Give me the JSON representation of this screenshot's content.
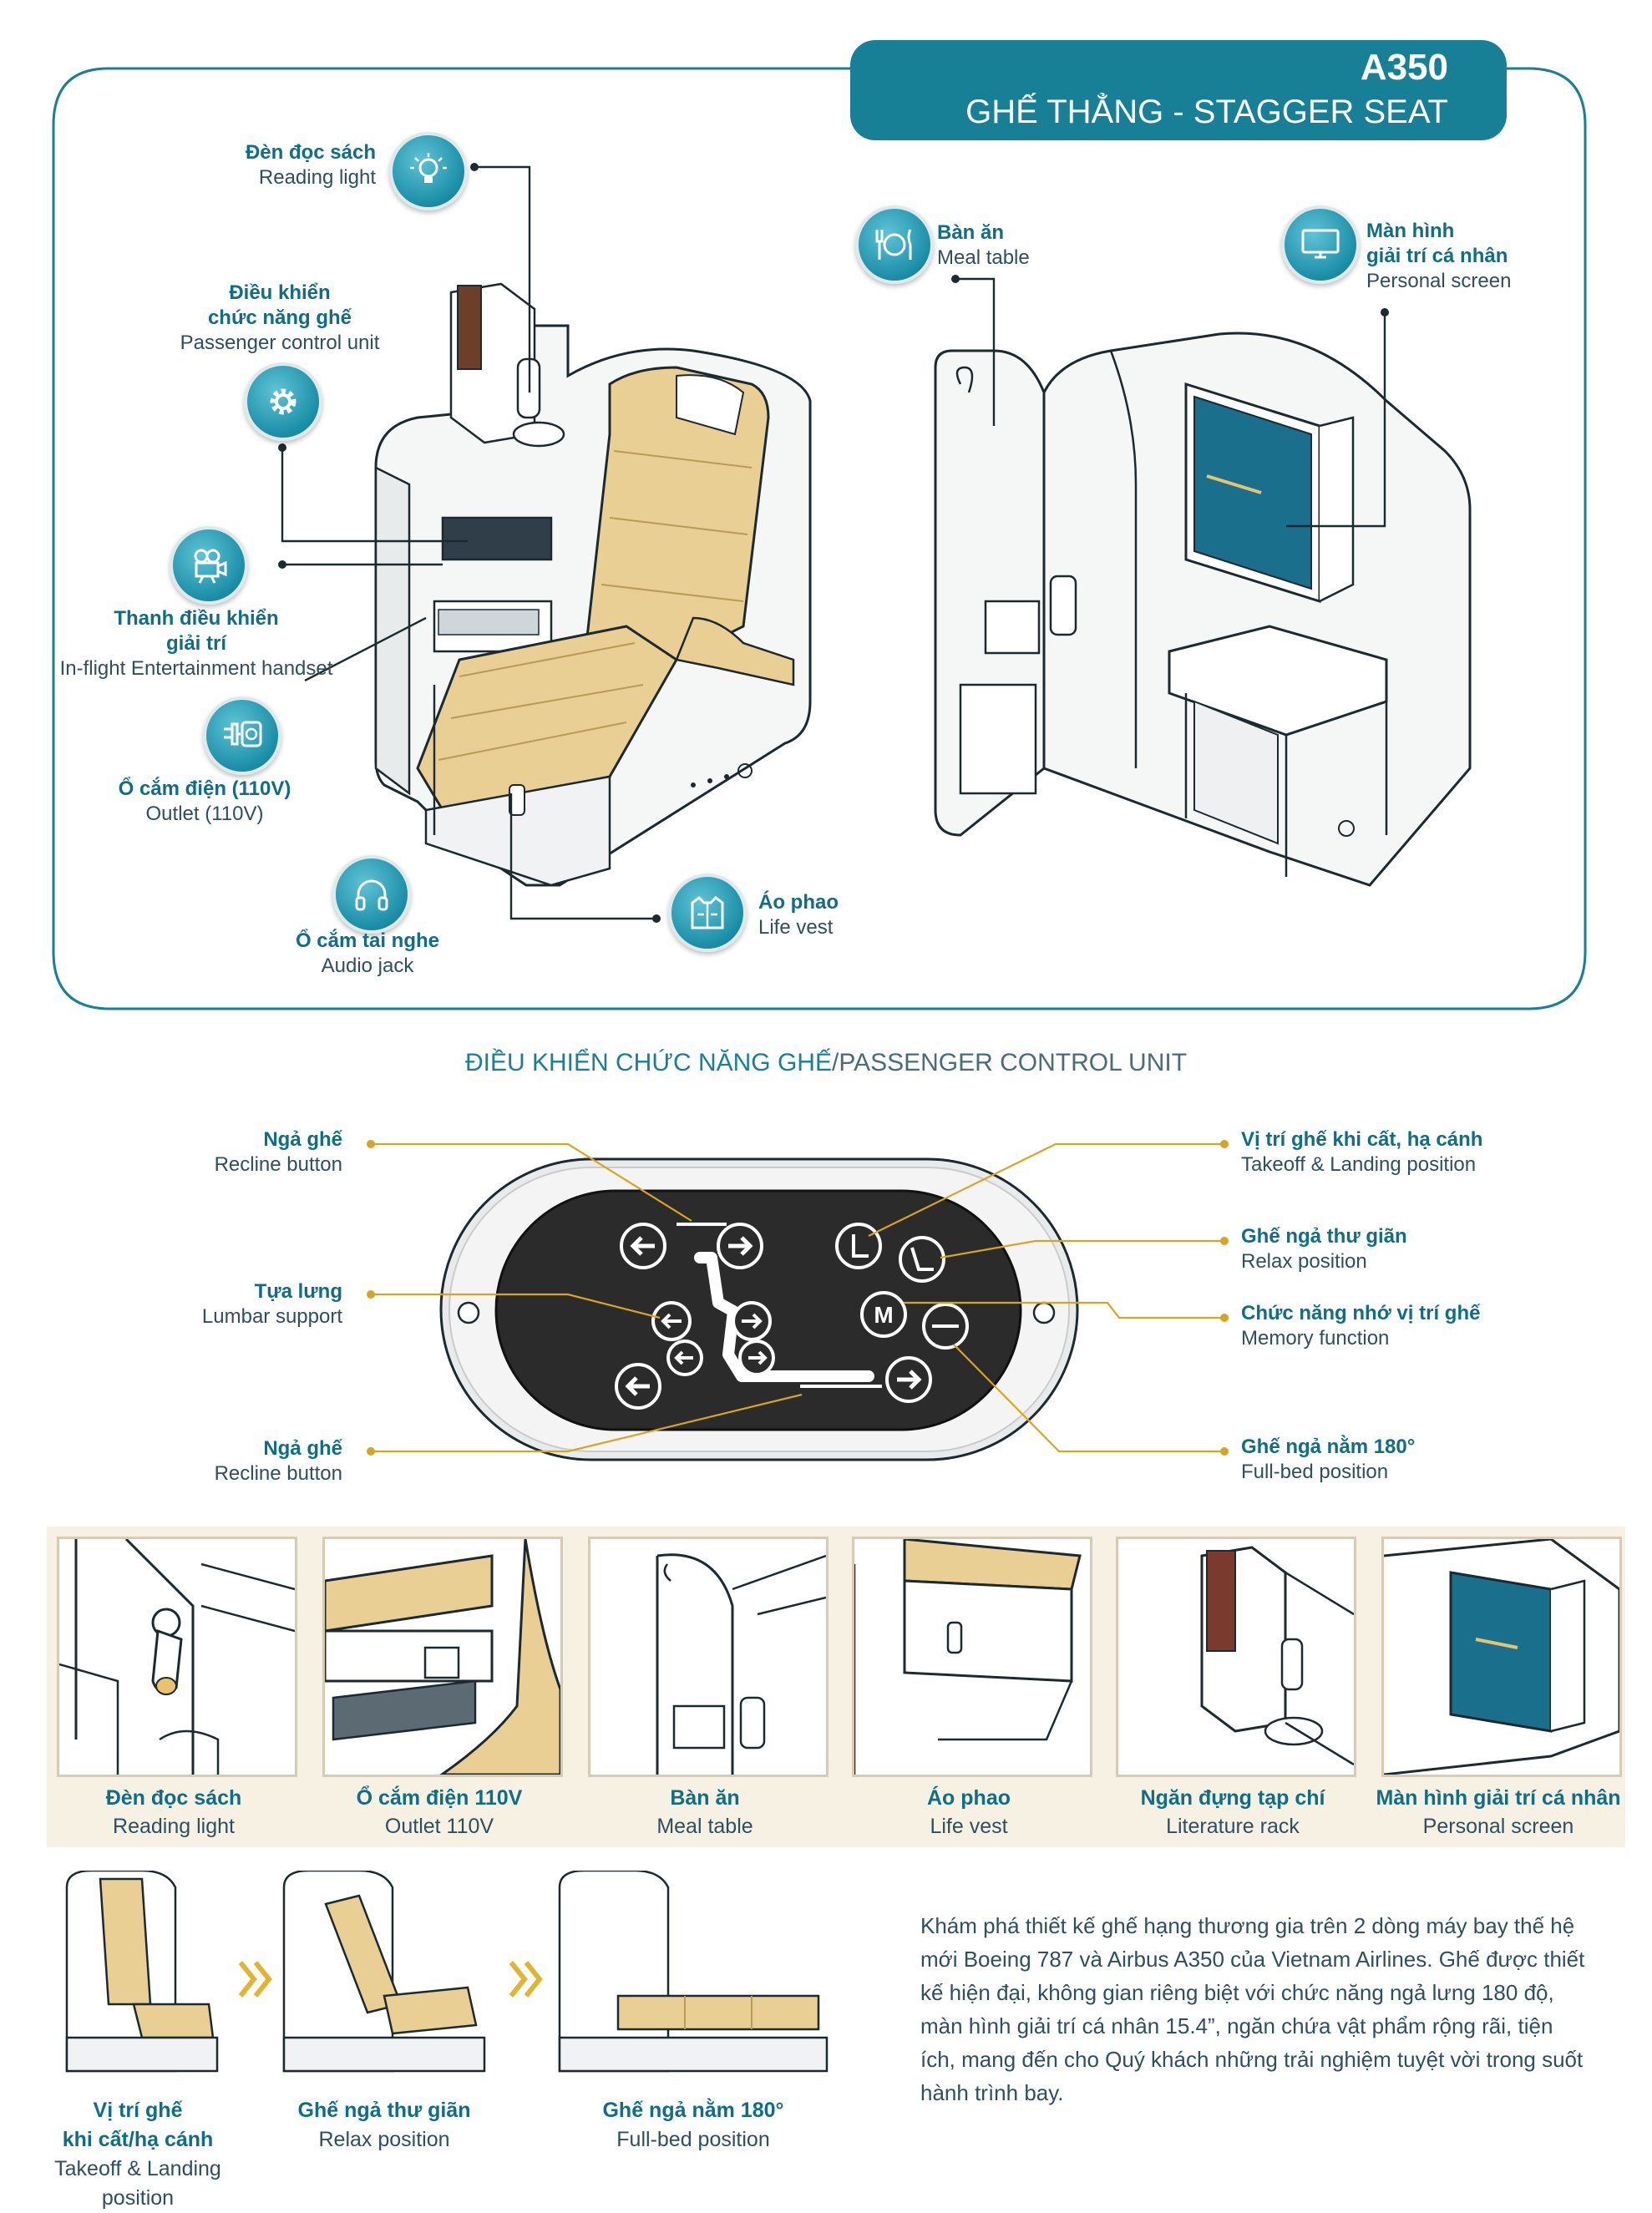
{
  "header": {
    "model": "A350",
    "title": "GHẾ THẲNG - STAGGER SEAT"
  },
  "colors": {
    "teal": "#177f96",
    "gold": "#d9a520",
    "cream": "#f7f1e4",
    "seat": "#e9cf94",
    "dark_text": "#1f3b48"
  },
  "callouts": {
    "reading_light": {
      "vi": "Đèn đọc sách",
      "en": "Reading light",
      "icon": "lightbulb-icon"
    },
    "control_unit": {
      "vi1": "Điều khiển",
      "vi2": "chức năng ghế",
      "en": "Passenger control unit",
      "icon": "gear-icon"
    },
    "handset": {
      "vi1": "Thanh điều khiển",
      "vi2": "giải trí",
      "en": "In-flight Entertainment handset",
      "icon": "projector-icon"
    },
    "outlet": {
      "vi": "Ổ cắm điện (110V)",
      "en": "Outlet (110V)",
      "icon": "power-outlet-icon"
    },
    "audio_jack": {
      "vi": "Ổ cắm tai nghe",
      "en": "Audio jack",
      "icon": "headphones-icon"
    },
    "life_vest": {
      "vi": "Áo phao",
      "en": "Life vest",
      "icon": "life-vest-icon"
    },
    "meal_table": {
      "vi": "Bàn ăn",
      "en": "Meal table",
      "icon": "cutlery-icon"
    },
    "personal_screen": {
      "vi1": "Màn hình",
      "vi2": "giải trí cá nhân",
      "en": "Personal screen",
      "icon": "monitor-icon"
    }
  },
  "pcu": {
    "title_vi": "ĐIỀU KHIỂN CHỨC NĂNG GHẾ",
    "title_sep": "/",
    "title_en": "PASSENGER CONTROL UNIT",
    "labels": {
      "recline_top": {
        "vi": "Ngả ghế",
        "en": "Recline button"
      },
      "lumbar": {
        "vi": "Tựa lưng",
        "en": "Lumbar support"
      },
      "recline_bottom": {
        "vi": "Ngả ghế",
        "en": "Recline button"
      },
      "takeoff": {
        "vi": "Vị trí ghế khi cất, hạ cánh",
        "en": "Takeoff & Landing position"
      },
      "relax": {
        "vi": "Ghế ngả thư giãn",
        "en": "Relax position"
      },
      "memory": {
        "vi": "Chức năng nhớ vị trí ghế",
        "en": "Memory function"
      },
      "fullbed": {
        "vi": "Ghế ngả nằm 180°",
        "en": "Full-bed position"
      }
    },
    "button_letter": "M"
  },
  "features": [
    {
      "vi": "Đèn đọc sách",
      "en": "Reading light"
    },
    {
      "vi": "Ổ cắm điện 110V",
      "en": "Outlet 110V"
    },
    {
      "vi": "Bàn ăn",
      "en": "Meal table"
    },
    {
      "vi": "Áo phao",
      "en": "Life vest"
    },
    {
      "vi": "Ngăn đựng tạp chí",
      "en": "Literature rack"
    },
    {
      "vi": "Màn hình giải trí cá nhân",
      "en": "Personal screen"
    }
  ],
  "positions": [
    {
      "vi1": "Vị trí ghế",
      "vi2": "khi cất/hạ cánh",
      "en": "Takeoff & Landing position"
    },
    {
      "vi": "Ghế ngả thư giãn",
      "en": "Relax position"
    },
    {
      "vi": "Ghế ngả nằm 180°",
      "en": "Full-bed position"
    }
  ],
  "description": "Khám phá thiết kế ghế hạng thương gia trên 2 dòng máy bay thế hệ mới Boeing 787 và Airbus A350 của Vietnam Airlines. Ghế được thiết kế hiện đại, không gian riêng biệt với chức năng ngả lưng 180 độ, màn hình giải trí cá nhân 15.4”, ngăn chứa vật phẩm rộng rãi, tiện ích, mang đến cho Quý khách những trải nghiệm tuyệt vời trong suốt hành trình bay."
}
